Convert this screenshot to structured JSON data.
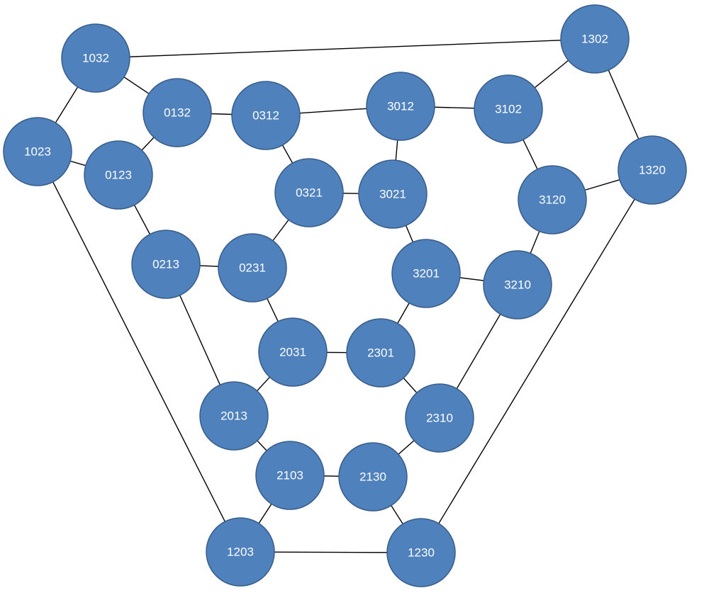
{
  "nodes": [
    "1032",
    "1302",
    "1023",
    "0132",
    "0312",
    "3012",
    "3102",
    "1320",
    "0123",
    "0321",
    "3021",
    "3120",
    "0213",
    "0231",
    "3201",
    "3210",
    "2031",
    "2301",
    "2013",
    "2310",
    "2103",
    "2130",
    "1203",
    "1230"
  ],
  "edges": [
    [
      "1032",
      "1302"
    ],
    [
      "1032",
      "1023"
    ],
    [
      "1032",
      "0132"
    ],
    [
      "1302",
      "3102"
    ],
    [
      "1302",
      "1320"
    ],
    [
      "1023",
      "0123"
    ],
    [
      "1023",
      "1203"
    ],
    [
      "0132",
      "0123"
    ],
    [
      "0132",
      "0312"
    ],
    [
      "0312",
      "3012"
    ],
    [
      "0312",
      "0321"
    ],
    [
      "3012",
      "3102"
    ],
    [
      "3012",
      "3021"
    ],
    [
      "3102",
      "3120"
    ],
    [
      "1320",
      "3120"
    ],
    [
      "1320",
      "1230"
    ],
    [
      "0123",
      "0213"
    ],
    [
      "0321",
      "3021"
    ],
    [
      "0321",
      "0231"
    ],
    [
      "3021",
      "3201"
    ],
    [
      "3120",
      "3210"
    ],
    [
      "0213",
      "0231"
    ],
    [
      "0213",
      "2013"
    ],
    [
      "0231",
      "2031"
    ],
    [
      "3201",
      "3210"
    ],
    [
      "3201",
      "2301"
    ],
    [
      "3210",
      "2310"
    ],
    [
      "2031",
      "2301"
    ],
    [
      "2031",
      "2013"
    ],
    [
      "2301",
      "2310"
    ],
    [
      "2013",
      "2103"
    ],
    [
      "2310",
      "2130"
    ],
    [
      "2103",
      "2130"
    ],
    [
      "2103",
      "1203"
    ],
    [
      "2130",
      "1230"
    ],
    [
      "1203",
      "1230"
    ]
  ],
  "colors": {
    "node_fill": "#4F81BD",
    "node_stroke": "#385D8A",
    "edge": "#000000",
    "label": "#FFFFFF"
  }
}
